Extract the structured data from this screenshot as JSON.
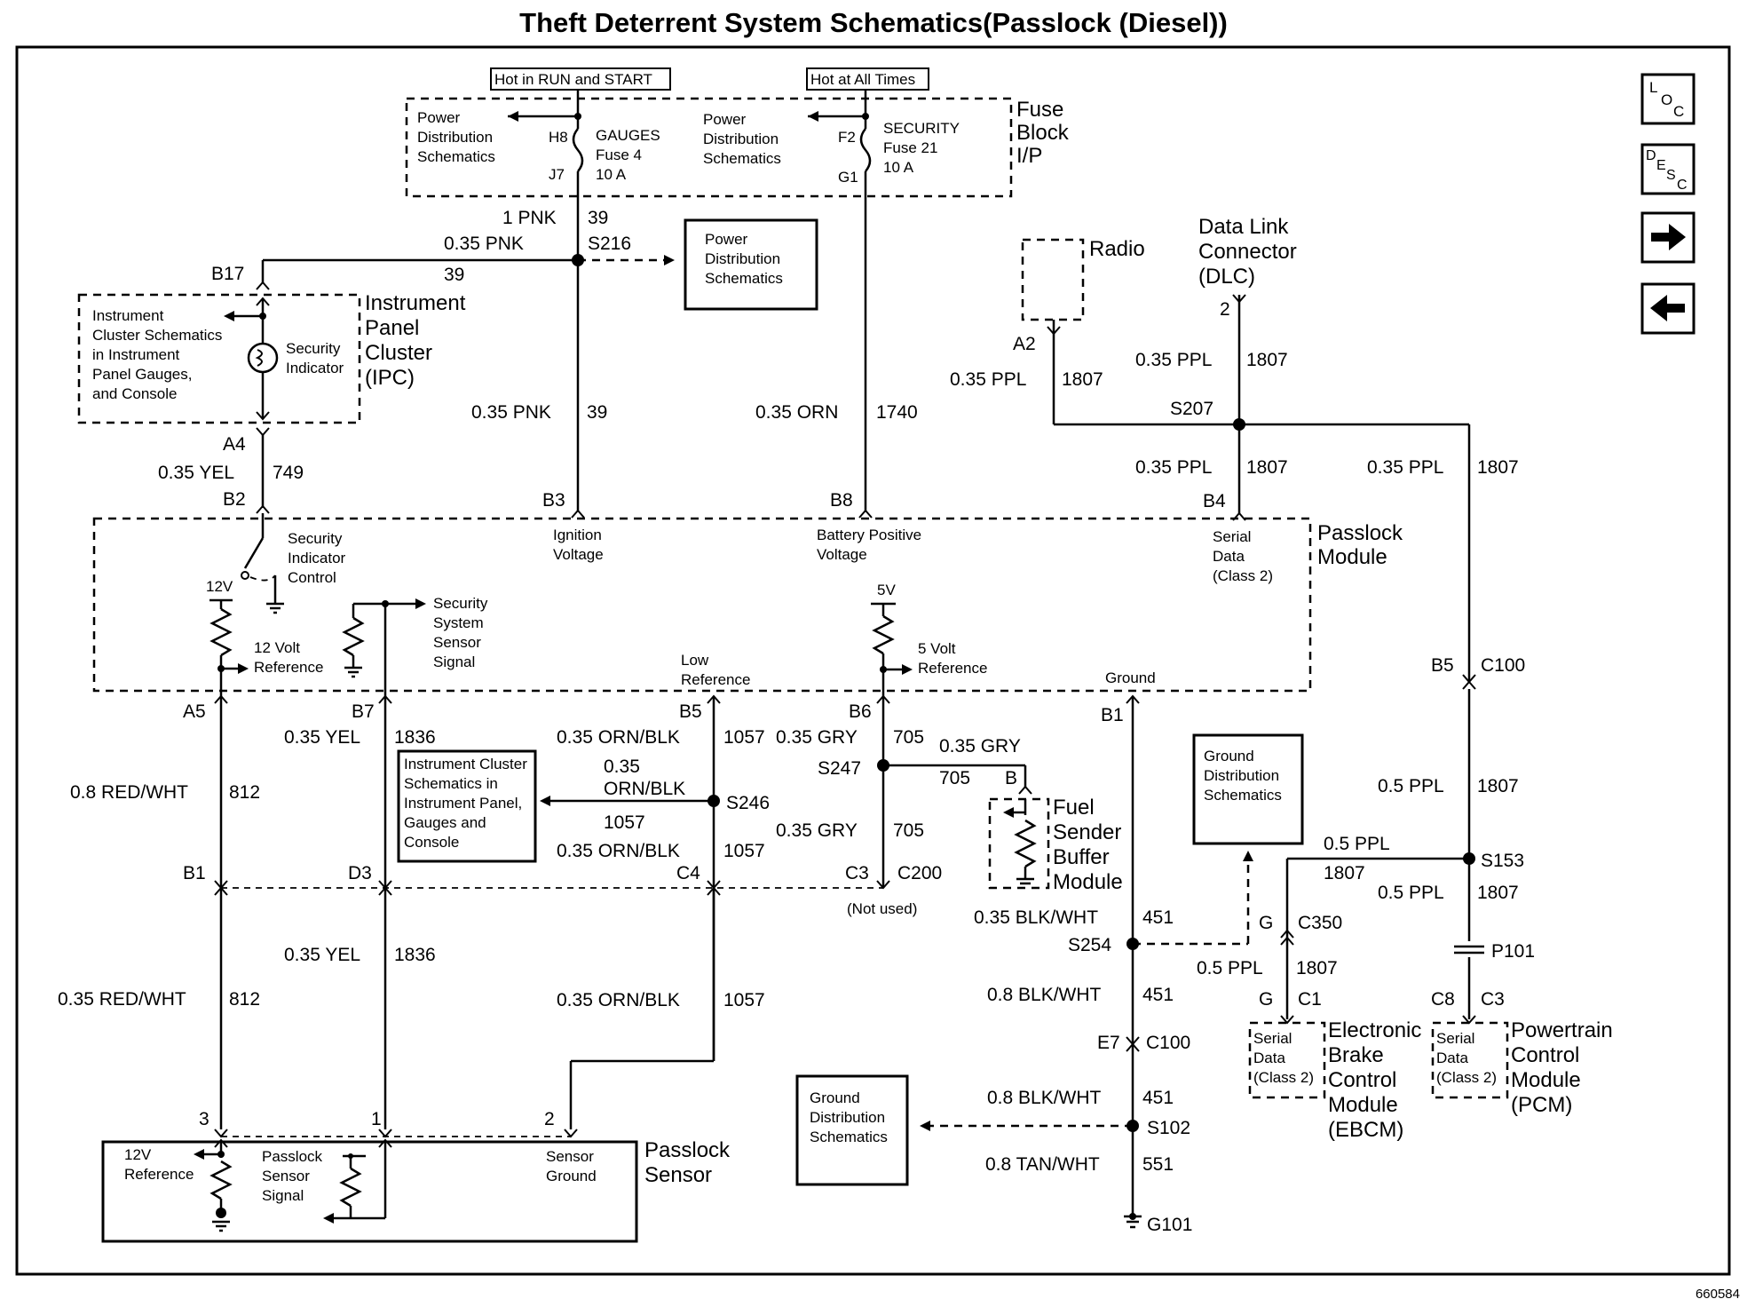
{
  "title": "Theft Deterrent System Schematics(Passlock (Diesel))",
  "figure_id": "660584",
  "nav": {
    "loc": "LOC",
    "desc": "DESC",
    "next_icon": "right-arrow-icon",
    "prev_icon": "left-arrow-icon"
  },
  "top": {
    "hot_run": "Hot in RUN and START",
    "hot_all": "Hot at All Times",
    "fuse_block": [
      "Fuse",
      "Block",
      "I/P"
    ],
    "pd_left": [
      "Power",
      "Distribution",
      "Schematics"
    ],
    "pd_right": [
      "Power",
      "Distribution",
      "Schematics"
    ],
    "h8": "H8",
    "j7": "J7",
    "f2": "F2",
    "g1": "G1",
    "gauges": [
      "GAUGES",
      "Fuse 4",
      "10 A"
    ],
    "security": [
      "SECURITY",
      "Fuse 21",
      "10 A"
    ],
    "pnk1": "1 PNK",
    "c39a": "39",
    "s216": "S216",
    "pnk035a": "0.35 PNK",
    "c39b": "39",
    "pd_box": [
      "Power",
      "Distribution",
      "Schematics"
    ],
    "b17": "B17",
    "radio": "Radio",
    "dlc": [
      "Data Link",
      "Connector",
      "(DLC)"
    ],
    "dlc_pin": "2",
    "a2": "A2",
    "ppl_a": "0.35 PPL",
    "c1807a": "1807",
    "ppl_b": "0.35 PPL",
    "c1807b": "1807",
    "s207": "S207",
    "ppl_c": "0.35 PPL",
    "c1807c": "1807",
    "b4": "B4",
    "ppl_d": "0.35 PPL",
    "c1807d": "1807"
  },
  "ipc": {
    "label": [
      "Instrument",
      "Panel",
      "Cluster",
      "(IPC)"
    ],
    "desc": [
      "Instrument",
      "Cluster Schematics",
      "in Instrument",
      "Panel Gauges,",
      "and Console"
    ],
    "indicator": [
      "Security",
      "Indicator"
    ],
    "a4": "A4",
    "yel": "0.35 YEL",
    "c749": "749",
    "b2": "B2",
    "pnk035b": "0.35 PNK",
    "c39c": "39",
    "orn": "0.35 ORN",
    "c1740": "1740",
    "b3": "B3",
    "b8": "B8"
  },
  "module": {
    "name": [
      "Passlock",
      "Module"
    ],
    "sic": [
      "Security",
      "Indicator",
      "Control"
    ],
    "v12": "12V",
    "ref12": [
      "12 Volt",
      "Reference"
    ],
    "sss": [
      "Security",
      "System",
      "Sensor",
      "Signal"
    ],
    "ign": [
      "Ignition",
      "Voltage"
    ],
    "bpv": [
      "Battery Positive",
      "Voltage"
    ],
    "serial": [
      "Serial",
      "Data",
      "(Class 2)"
    ],
    "low": [
      "Low",
      "Reference"
    ],
    "v5": "5V",
    "ref5": [
      "5 Volt",
      "Reference"
    ],
    "ground": "Ground"
  },
  "lower": {
    "a5": "A5",
    "b7": "B7",
    "b5": "B5",
    "b6": "B6",
    "b1": "B1",
    "rw08": "0.8 RED/WHT",
    "c812a": "812",
    "yel1836a": "0.35 YEL",
    "c1836a": "1836",
    "ob1": "0.35 ORN/BLK",
    "c1057a": "1057",
    "gry1": "0.35 GRY",
    "c705a": "705",
    "gry2": "0.35 GRY",
    "c705b": "705",
    "pinB": "B",
    "s247": "S247",
    "icbox": [
      "Instrument Cluster",
      "Schematics in",
      "Instrument Panel,",
      "Gauges and",
      "Console"
    ],
    "ob2": [
      "0.35",
      "ORN/BLK"
    ],
    "c1057b": "1057",
    "s246": "S246",
    "ob3": "0.35 ORN/BLK",
    "c1057c": "1057",
    "gry3": "0.35 GRY",
    "c705c": "705",
    "fsbm": [
      "Fuel",
      "Sender",
      "Buffer",
      "Module"
    ],
    "b1b": "B1",
    "d3": "D3",
    "c4": "C4",
    "c3": "C3",
    "c200": "C200",
    "notused": "(Not used)",
    "yel1836b": "0.35 YEL",
    "c1836b": "1836",
    "rw035": "0.35 RED/WHT",
    "c812b": "812",
    "ob4": "0.35 ORN/BLK",
    "c1057d": "1057",
    "p3": "3",
    "p1": "1",
    "p2": "2",
    "sensor": [
      "Passlock",
      "Sensor"
    ],
    "ref12s": [
      "12V",
      "Reference"
    ],
    "pss": [
      "Passlock",
      "Sensor",
      "Signal"
    ],
    "sg": [
      "Sensor",
      "Ground"
    ],
    "gdist1": [
      "Ground",
      "Distribution",
      "Schematics"
    ],
    "gdist2": [
      "Ground",
      "Distribution",
      "Schematics"
    ],
    "bw035": "0.35 BLK/WHT",
    "c451a": "451",
    "s254": "S254",
    "bw08a": "0.8 BLK/WHT",
    "c451b": "451",
    "e7": "E7",
    "c100a": "C100",
    "bw08b": "0.8 BLK/WHT",
    "c451c": "451",
    "s102": "S102",
    "tw": "0.8 TAN/WHT",
    "c551": "551",
    "g101": "G101",
    "b5r": "B5",
    "c100b": "C100",
    "ppl05a": "0.5 PPL",
    "c1807e": "1807",
    "ppl05b": "0.5 PPL",
    "c1807f": "1807",
    "s153": "S153",
    "ppl05c": "0.5 PPL",
    "c1807g": "1807",
    "gpin": "G",
    "c350": "C350",
    "p101": "P101",
    "ppl05d": "0.5 PPL",
    "c1807h": "1807",
    "g2": "G",
    "c1": "C1",
    "c8": "C8",
    "c3b": "C3",
    "sd1": [
      "Serial",
      "Data",
      "(Class 2)"
    ],
    "sd2": [
      "Serial",
      "Data",
      "(Class 2)"
    ],
    "ebcm": [
      "Electronic",
      "Brake",
      "Control",
      "Module",
      "(EBCM)"
    ],
    "pcm": [
      "Powertrain",
      "Control",
      "Module",
      "(PCM)"
    ]
  }
}
